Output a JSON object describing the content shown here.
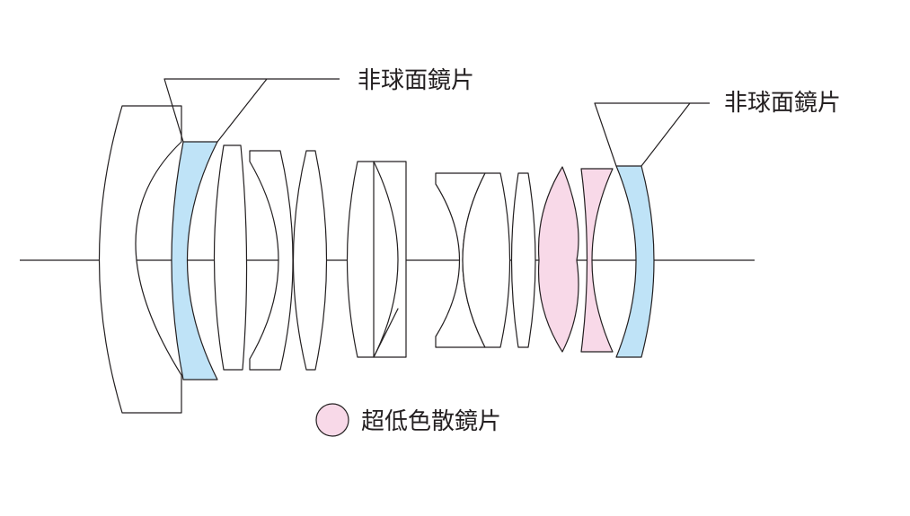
{
  "callouts": {
    "aspherical_left": "非球面鏡片",
    "aspherical_right": "非球面鏡片"
  },
  "legend": {
    "low_dispersion_label": "超低色散鏡片"
  },
  "colors": {
    "aspherical": "#bfe3f7",
    "low_dispersion": "#f8d9e8",
    "outline": "#231f20",
    "background": "#ffffff"
  },
  "lens_elements": [
    {
      "id": 1,
      "type": "standard"
    },
    {
      "id": 2,
      "type": "aspherical"
    },
    {
      "id": 3,
      "type": "standard"
    },
    {
      "id": 4,
      "type": "standard"
    },
    {
      "id": 5,
      "type": "standard"
    },
    {
      "id": 6,
      "type": "standard"
    },
    {
      "id": 7,
      "type": "standard"
    },
    {
      "id": 8,
      "type": "standard"
    },
    {
      "id": 9,
      "type": "standard"
    },
    {
      "id": 10,
      "type": "low_dispersion"
    },
    {
      "id": 11,
      "type": "low_dispersion"
    },
    {
      "id": 12,
      "type": "aspherical"
    }
  ]
}
